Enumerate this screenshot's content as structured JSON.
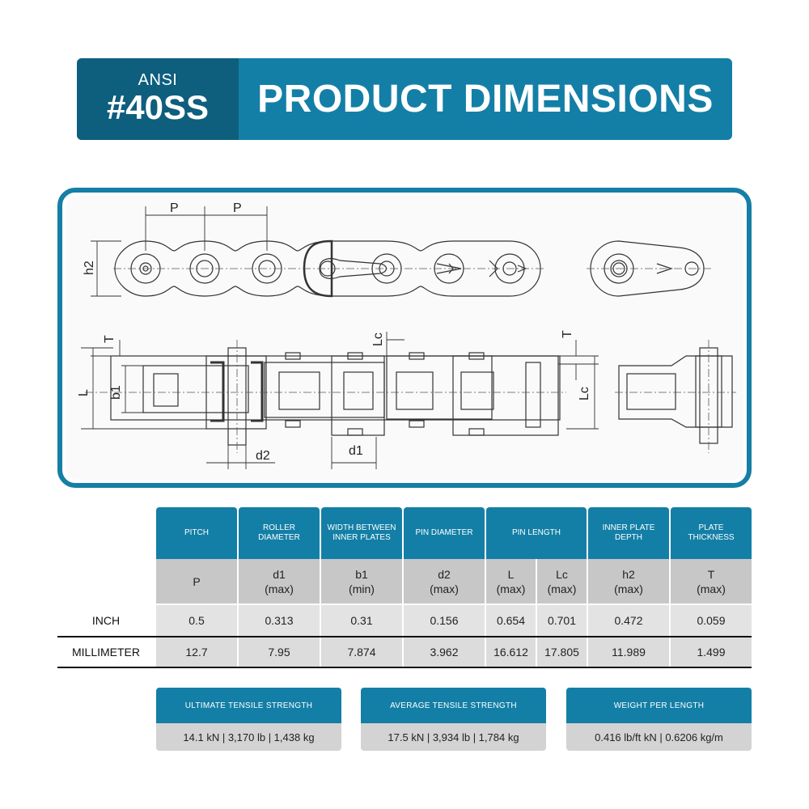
{
  "header": {
    "standard": "ANSI",
    "model": "#40SS",
    "title": "PRODUCT DIMENSIONS"
  },
  "drawing_labels": {
    "pitch_1": "P",
    "pitch_2": "P",
    "h2": "h2",
    "T_left": "T",
    "T_right": "T",
    "Lc_top": "Lc",
    "Lc_right": "Lc",
    "L": "L",
    "b1": "b1",
    "d2": "d2",
    "d1": "d1"
  },
  "table": {
    "headers": [
      "PITCH",
      "ROLLER DIAMETER",
      "WIDTH BETWEEN INNER PLATES",
      "PIN DIAMETER",
      "PIN LENGTH",
      "INNER PLATE DEPTH",
      "PLATE THICKNESS"
    ],
    "symbols": [
      "P",
      "d1\n(max)",
      "b1\n(min)",
      "d2\n(max)",
      "L\n(max)",
      "Lc\n(max)",
      "h2\n(max)",
      "T\n(max)"
    ],
    "rows": [
      {
        "label": "INCH",
        "values": [
          "0.5",
          "0.313",
          "0.31",
          "0.156",
          "0.654",
          "0.701",
          "0.472",
          "0.059"
        ]
      },
      {
        "label": "MILLIMETER",
        "values": [
          "12.7",
          "7.95",
          "7.874",
          "3.962",
          "16.612",
          "17.805",
          "11.989",
          "1.499"
        ]
      }
    ]
  },
  "strength": [
    {
      "title": "ULTIMATE TENSILE STRENGTH",
      "value": "14.1 kN | 3,170 lb | 1,438 kg"
    },
    {
      "title": "AVERAGE TENSILE STRENGTH",
      "value": "17.5 kN | 3,934 lb | 1,784 kg"
    },
    {
      "title": "WEIGHT PER LENGTH",
      "value": "0.416 lb/ft kN | 0.6206 kg/m"
    }
  ],
  "colors": {
    "primary": "#147fa6",
    "dark": "#0e5e7d",
    "symbol_row": "#c7c7c7",
    "value_row": "#e0e0e0"
  }
}
